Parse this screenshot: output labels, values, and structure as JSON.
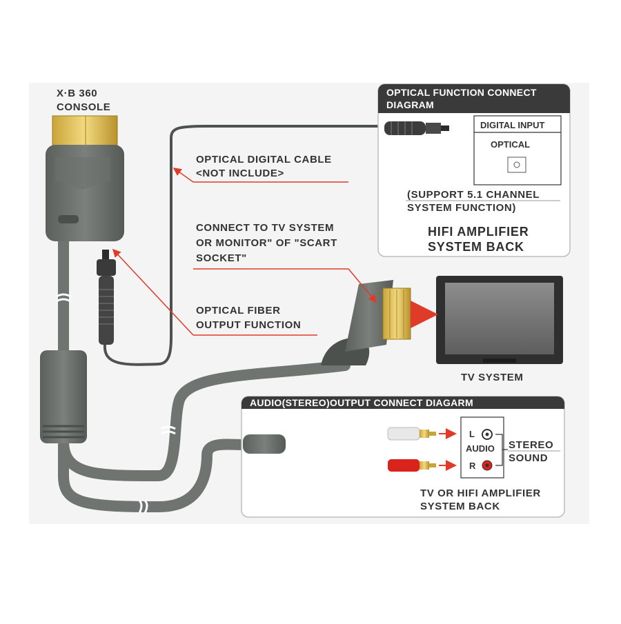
{
  "console_label_line1": "X·B 360",
  "console_label_line2": "CONSOLE",
  "optical_panel": {
    "title_line1": "OPTICAL FUNCTION CONNECT",
    "title_line2": "DIAGRAM",
    "digital_input": "DIGITAL INPUT",
    "optical": "OPTICAL",
    "support_line1": "(SUPPORT  5.1 CHANNEL",
    "support_line2": "SYSTEM  FUNCTION)",
    "amp_line1": "HIFI AMPLIFIER",
    "amp_line2": "SYSTEM BACK"
  },
  "optical_cable_label_line1": "OPTICAL DIGITAL CABLE",
  "optical_cable_label_line2": "<NOT INCLUDE>",
  "scart_label_line1": "CONNECT TO TV SYSTEM",
  "scart_label_line2": "OR MONITOR\" OF \"SCART",
  "scart_label_line3": "SOCKET\"",
  "fiber_label_line1": "OPTICAL FIBER",
  "fiber_label_line2": "OUTPUT FUNCTION",
  "tv_label": "TV SYSTEM",
  "audio_panel": {
    "title": "AUDIO(STEREO)OUTPUT CONNECT DIAGARM",
    "port_l": "L",
    "port_audio": "AUDIO",
    "port_r": "R",
    "stereo_line1": "STEREO",
    "stereo_line2": "SOUND",
    "tv_amp_line1": "TV OR HIFI AMPLIFIER",
    "tv_amp_line2": "SYSTEM BACK"
  },
  "colors": {
    "cable": "#6f7470",
    "arrow": "#e03a28",
    "header_bg": "#3a3a3a",
    "plug_red": "#d8241c"
  }
}
